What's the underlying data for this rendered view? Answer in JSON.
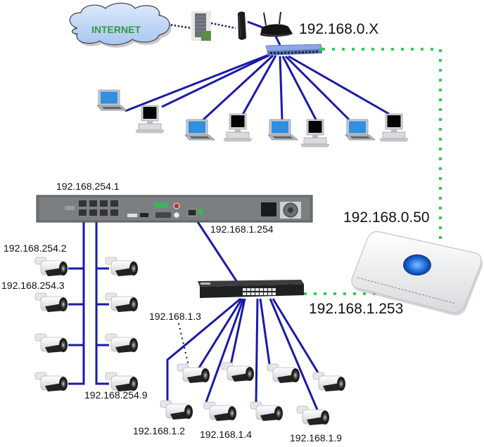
{
  "colors": {
    "wire": "#1a1aa8",
    "wan_dotted": "#1a1a7a",
    "uplink_dotted": "#33cc55",
    "cloud_fill": "#bcd4f4",
    "cloud_text": "#2e9a44",
    "nvr_body": "#6f7274",
    "poe_switch": "#2b2d31",
    "lan_switch": "#6f8fd4",
    "router_led": "#1f6fe0"
  },
  "internet": {
    "label": "INTERNET"
  },
  "top_network": {
    "subnet_label": "192.168.0.X",
    "clients": [
      "laptop",
      "desktop",
      "laptop",
      "desktop",
      "laptop",
      "desktop",
      "laptop",
      "desktop"
    ]
  },
  "nvr": {
    "poe_ip": "192.168.254.1",
    "lan_ip": "192.168.1.254"
  },
  "router": {
    "wan_ip": "192.168.0.50",
    "lan_ip": "192.168.1.253"
  },
  "poe_cameras": {
    "labels": [
      "192.168.254.2",
      "192.168.254.3",
      "192.168.254.9"
    ]
  },
  "switch_cameras": {
    "labels": [
      "192.168.1.2",
      "192.168.1.3",
      "192.168.1.4",
      "192.168.1.9"
    ]
  }
}
